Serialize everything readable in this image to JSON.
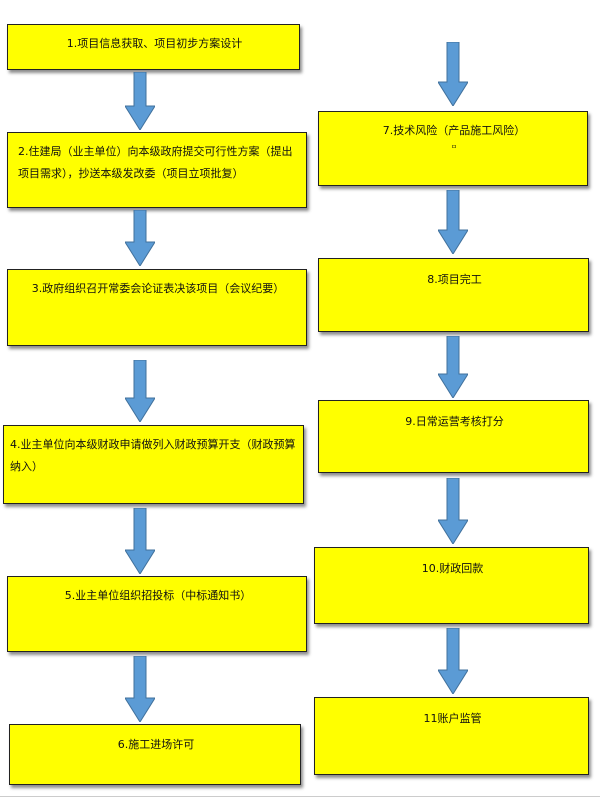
{
  "steps": {
    "s1": "1.项目信息获取、项目初步方案设计",
    "s2": "2.住建局（业主单位）向本级政府提交可行性方案（提出项目需求），抄送本级发改委（项目立项批复）",
    "s3": "3.政府组织召开常委会论证表决该项目（会议纪要）",
    "s4": "4.业主单位向本级财政申请做列入财政预算开支（财政预算纳入）",
    "s5": "5.业主单位组织招投标（中标通知书）",
    "s6": "6.施工进场许可",
    "s7": "7.技术风险（产品施工风险）",
    "s7_mark": "ㅁ",
    "s8": "8.项目完工",
    "s9": "9.日常运营考核打分",
    "s10": "10.财政回款",
    "s11": "11账户监管"
  },
  "colors": {
    "box_fill": "#ffff00",
    "box_border": "#222222",
    "arrow_fill": "#5b9bd5",
    "arrow_stroke": "#41719c"
  }
}
